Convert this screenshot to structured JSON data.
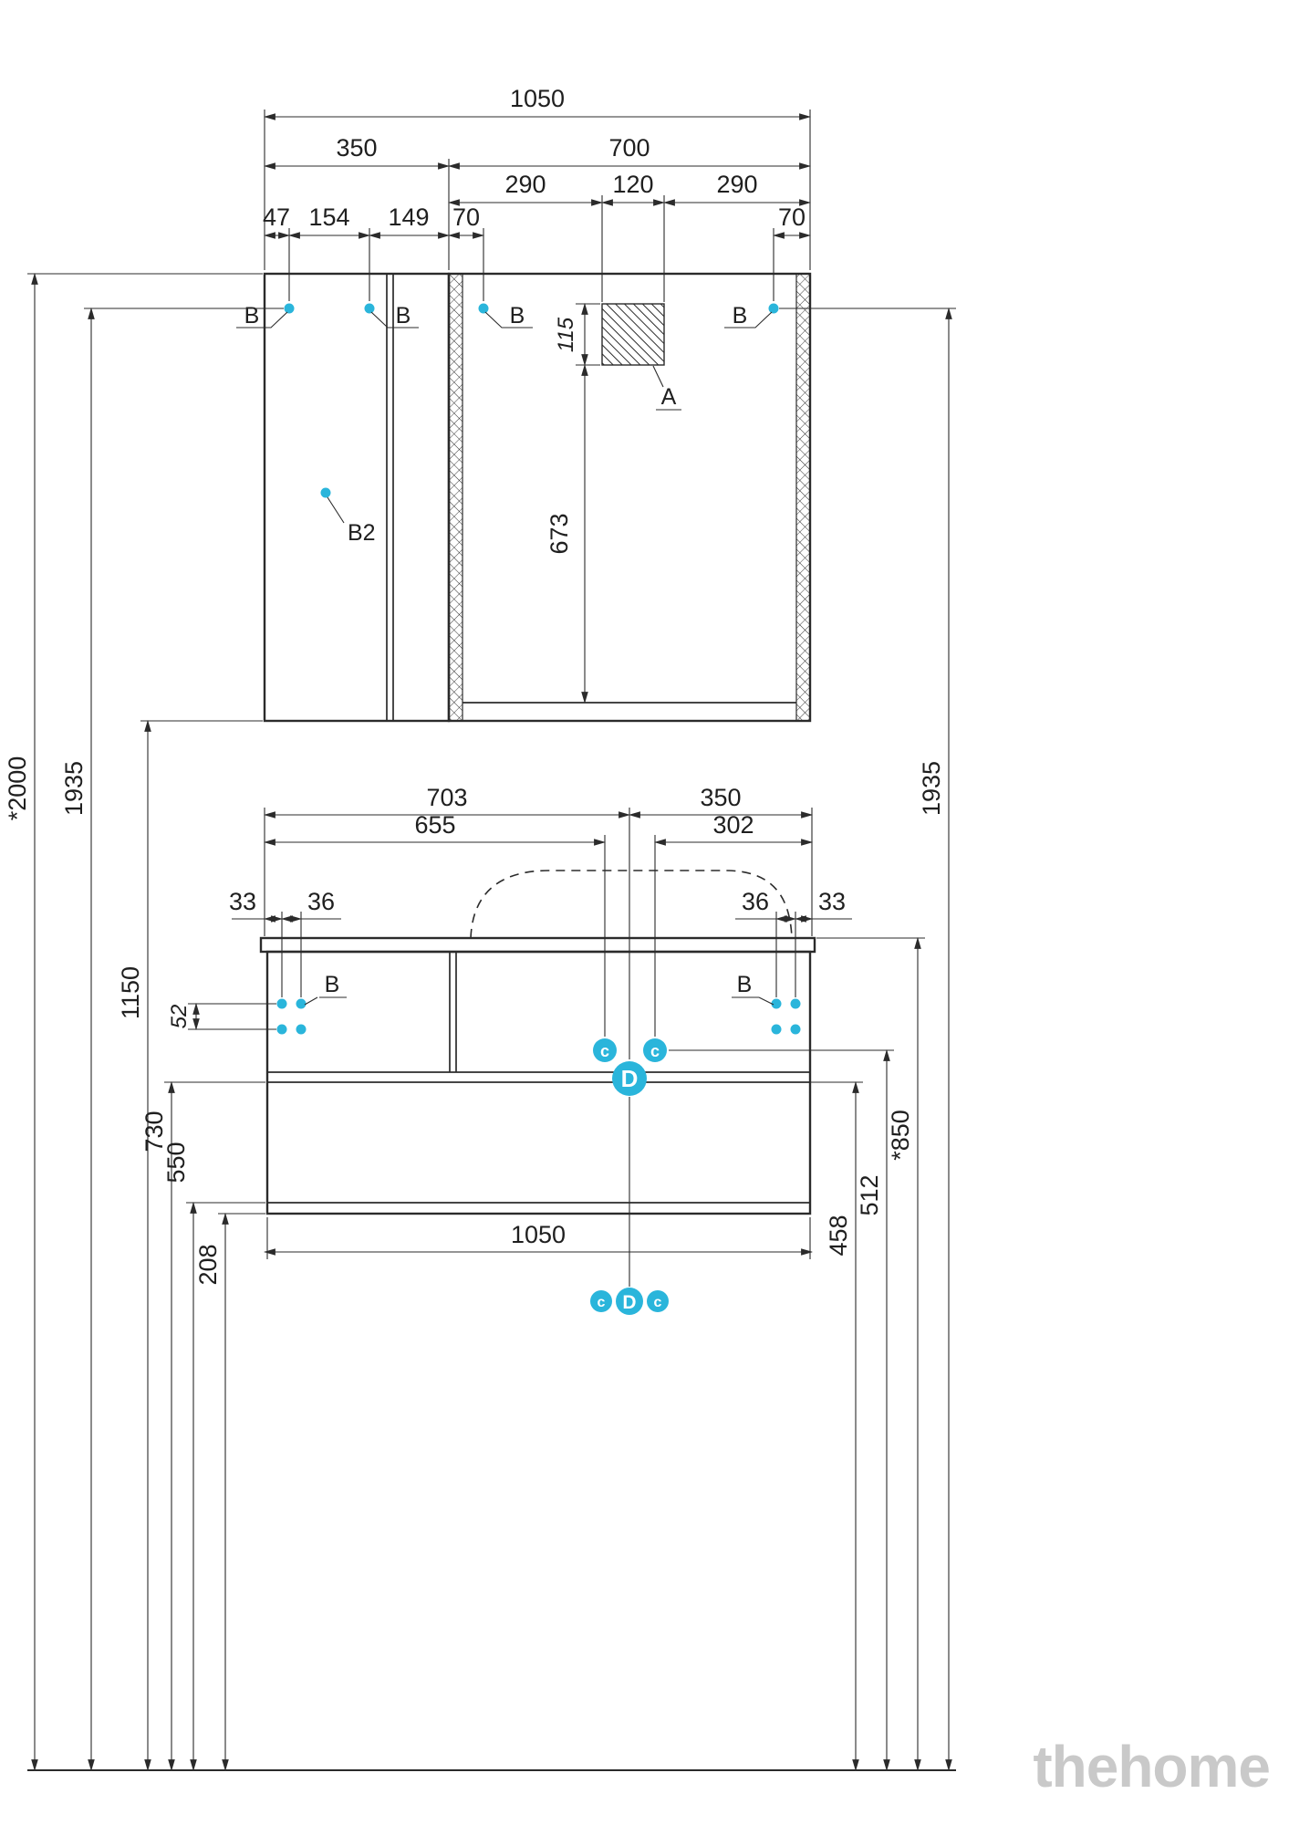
{
  "colors": {
    "accent": "#2ab5db",
    "line": "#2b2b2b",
    "text": "#1f1f1f",
    "watermark": "#c9c9c9"
  },
  "watermark": "thehome",
  "global_dims": {
    "d2000": "*2000",
    "d1935_left": "1935",
    "d1935_right": "1935"
  },
  "top_unit": {
    "d1050": "1050",
    "d350": "350",
    "d700": "700",
    "d290a": "290",
    "d120": "120",
    "d290b": "290",
    "d47": "47",
    "d154": "154",
    "d149": "149",
    "d70a": "70",
    "d70b": "70",
    "d115": "115",
    "d673": "673",
    "hinge1": "B",
    "hinge2": "B",
    "hinge3": "B",
    "hinge4": "B",
    "b2": "B2",
    "a": "A"
  },
  "bottom_unit": {
    "d703": "703",
    "d350": "350",
    "d655": "655",
    "d302": "302",
    "d33l": "33",
    "d36l": "36",
    "d36r": "36",
    "d33r": "33",
    "d52": "52",
    "d1050": "1050",
    "d1150": "1150",
    "d730": "730",
    "d550": "550",
    "d208": "208",
    "d458": "458",
    "d512": "512",
    "d850": "*850",
    "hinge_left": "B",
    "hinge_right": "B",
    "c1": "c",
    "c2": "c",
    "d_top": "D",
    "c3": "c",
    "d_bottom": "D",
    "c4": "c"
  }
}
